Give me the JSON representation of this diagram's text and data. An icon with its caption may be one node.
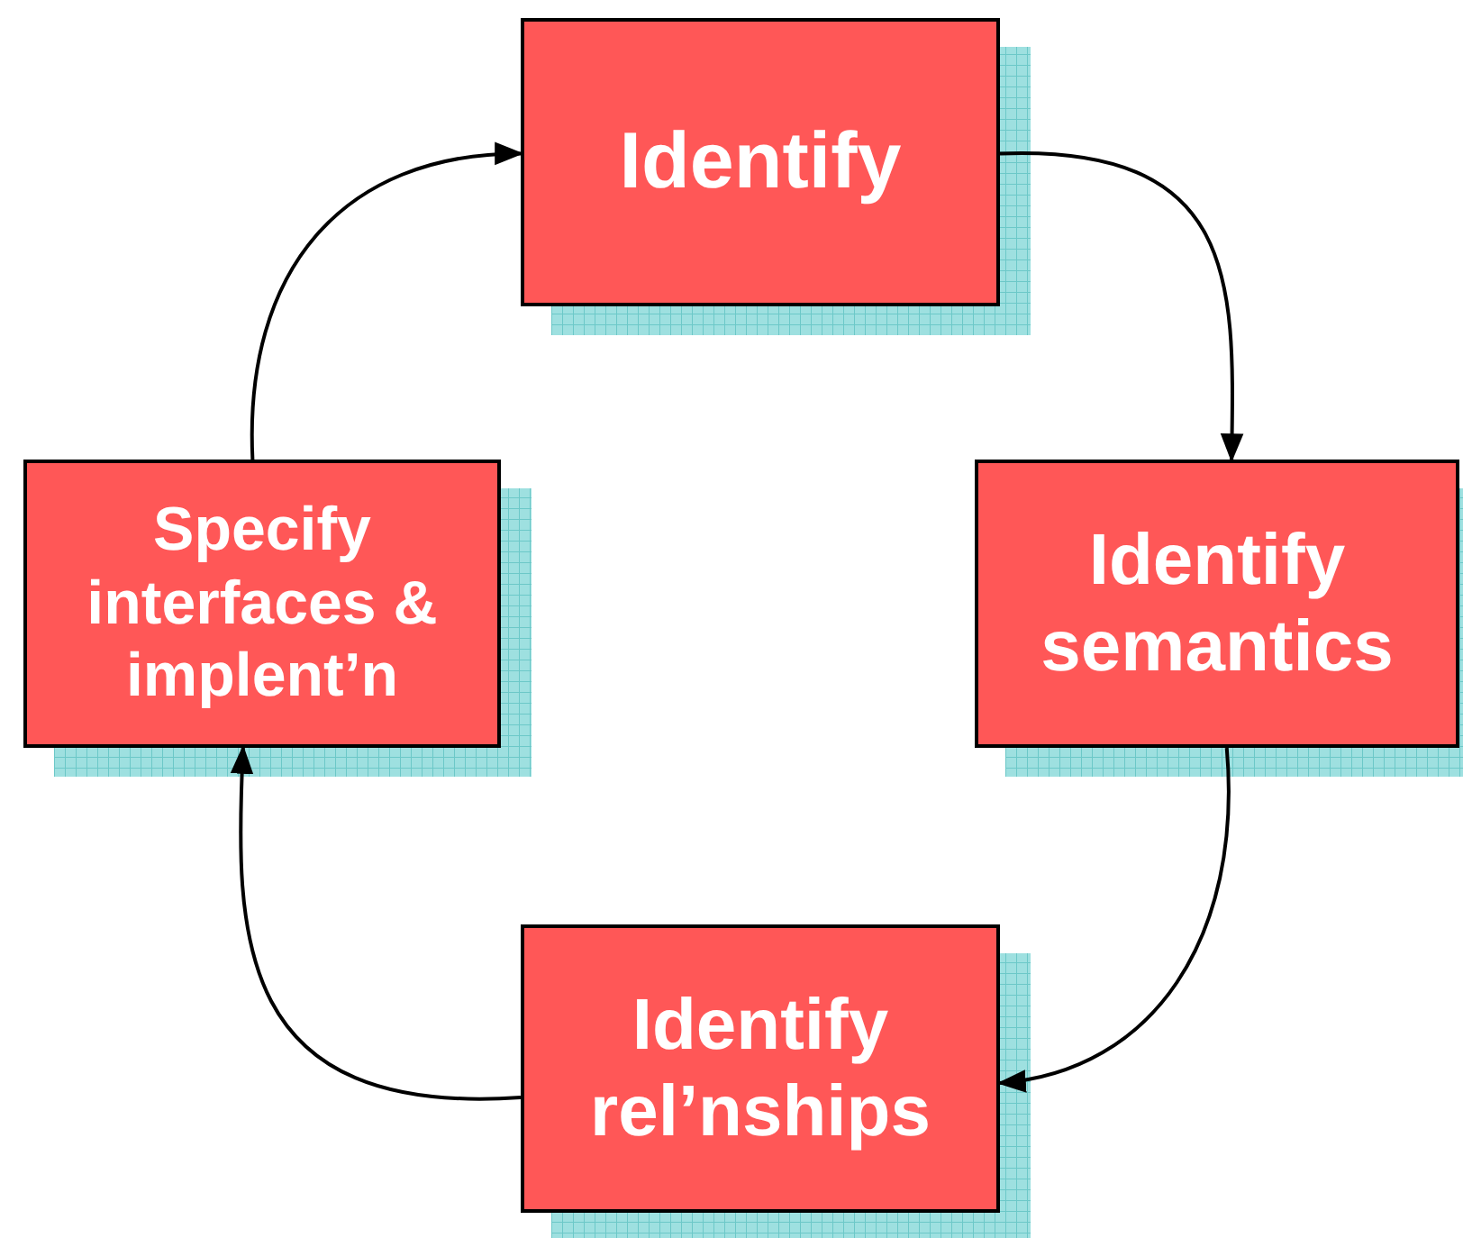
{
  "diagram": {
    "nodes": [
      {
        "text": [
          "Identify"
        ]
      },
      {
        "text": [
          "Identify semantics"
        ]
      },
      {
        "text": [
          "Identify rel’nships"
        ]
      },
      {
        "text": [
          "Specify interfaces & implent’n"
        ]
      }
    ],
    "edges": [
      {
        "from": 0,
        "to": 1,
        "arrow": "to"
      },
      {
        "from": 1,
        "to": 2,
        "arrow": "to"
      },
      {
        "from": 2,
        "to": 3,
        "arrow": "to"
      },
      {
        "from": 3,
        "to": 0,
        "arrow": "to"
      }
    ]
  }
}
